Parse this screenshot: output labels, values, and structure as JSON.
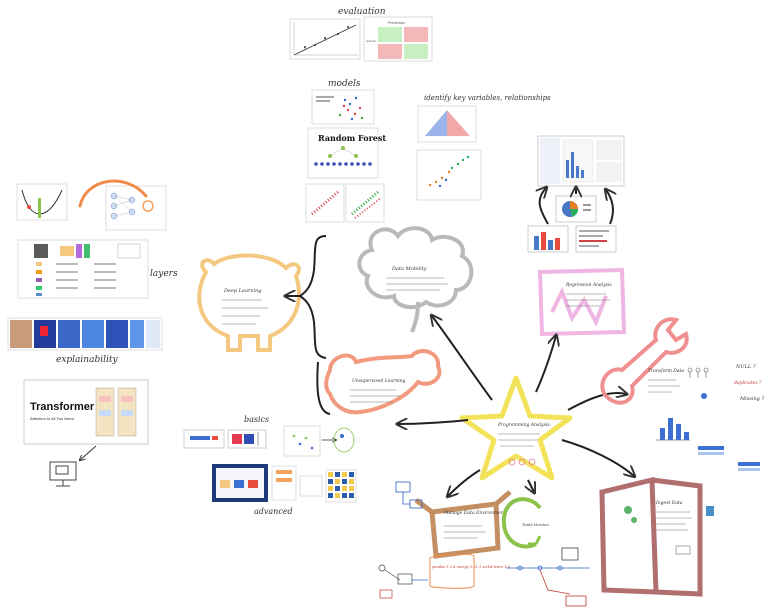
{
  "labels": {
    "evaluation": "evaluation",
    "models": "models",
    "identify": "identify key variables, relationships",
    "layers": "layers",
    "explainability": "explainability",
    "basics": "basics",
    "advanced": "advanced"
  },
  "cards": {
    "random_forest": "Random Forest",
    "transformer_title": "Transformer",
    "transformer_subtitle": "Attention Is All You Need",
    "confusion_header": "Prediction",
    "confusion_side": "Actual"
  },
  "notes": {
    "deep_learning": "Deep Learning",
    "data_mobility": "Data Mobility",
    "unsupervised": "Unsupervised Learning",
    "regression": "Regression Analysis",
    "programming": "Programming Analysis",
    "transform": "Transform Data",
    "ingest": "Ingest Data",
    "manage": "Manage Data Environment",
    "tools": "Tools Version",
    "null": "NULL ?",
    "duplicates": "duplicates ?",
    "missing": "Missing ?",
    "pandas": "pandas 1.3.4 numpy 1.21.2 scikit-learn 1.0"
  },
  "colors": {
    "star": "#f3e35a",
    "brain": "#b9b9b9",
    "arm": "#f19a7e",
    "deep": "#f5c87f",
    "regression": "#efb6e4",
    "wrench": "#f08f8f",
    "door": "#b06e6e",
    "box": "#c48f62",
    "loop": "#8bc34a",
    "arrow": "#333333"
  }
}
